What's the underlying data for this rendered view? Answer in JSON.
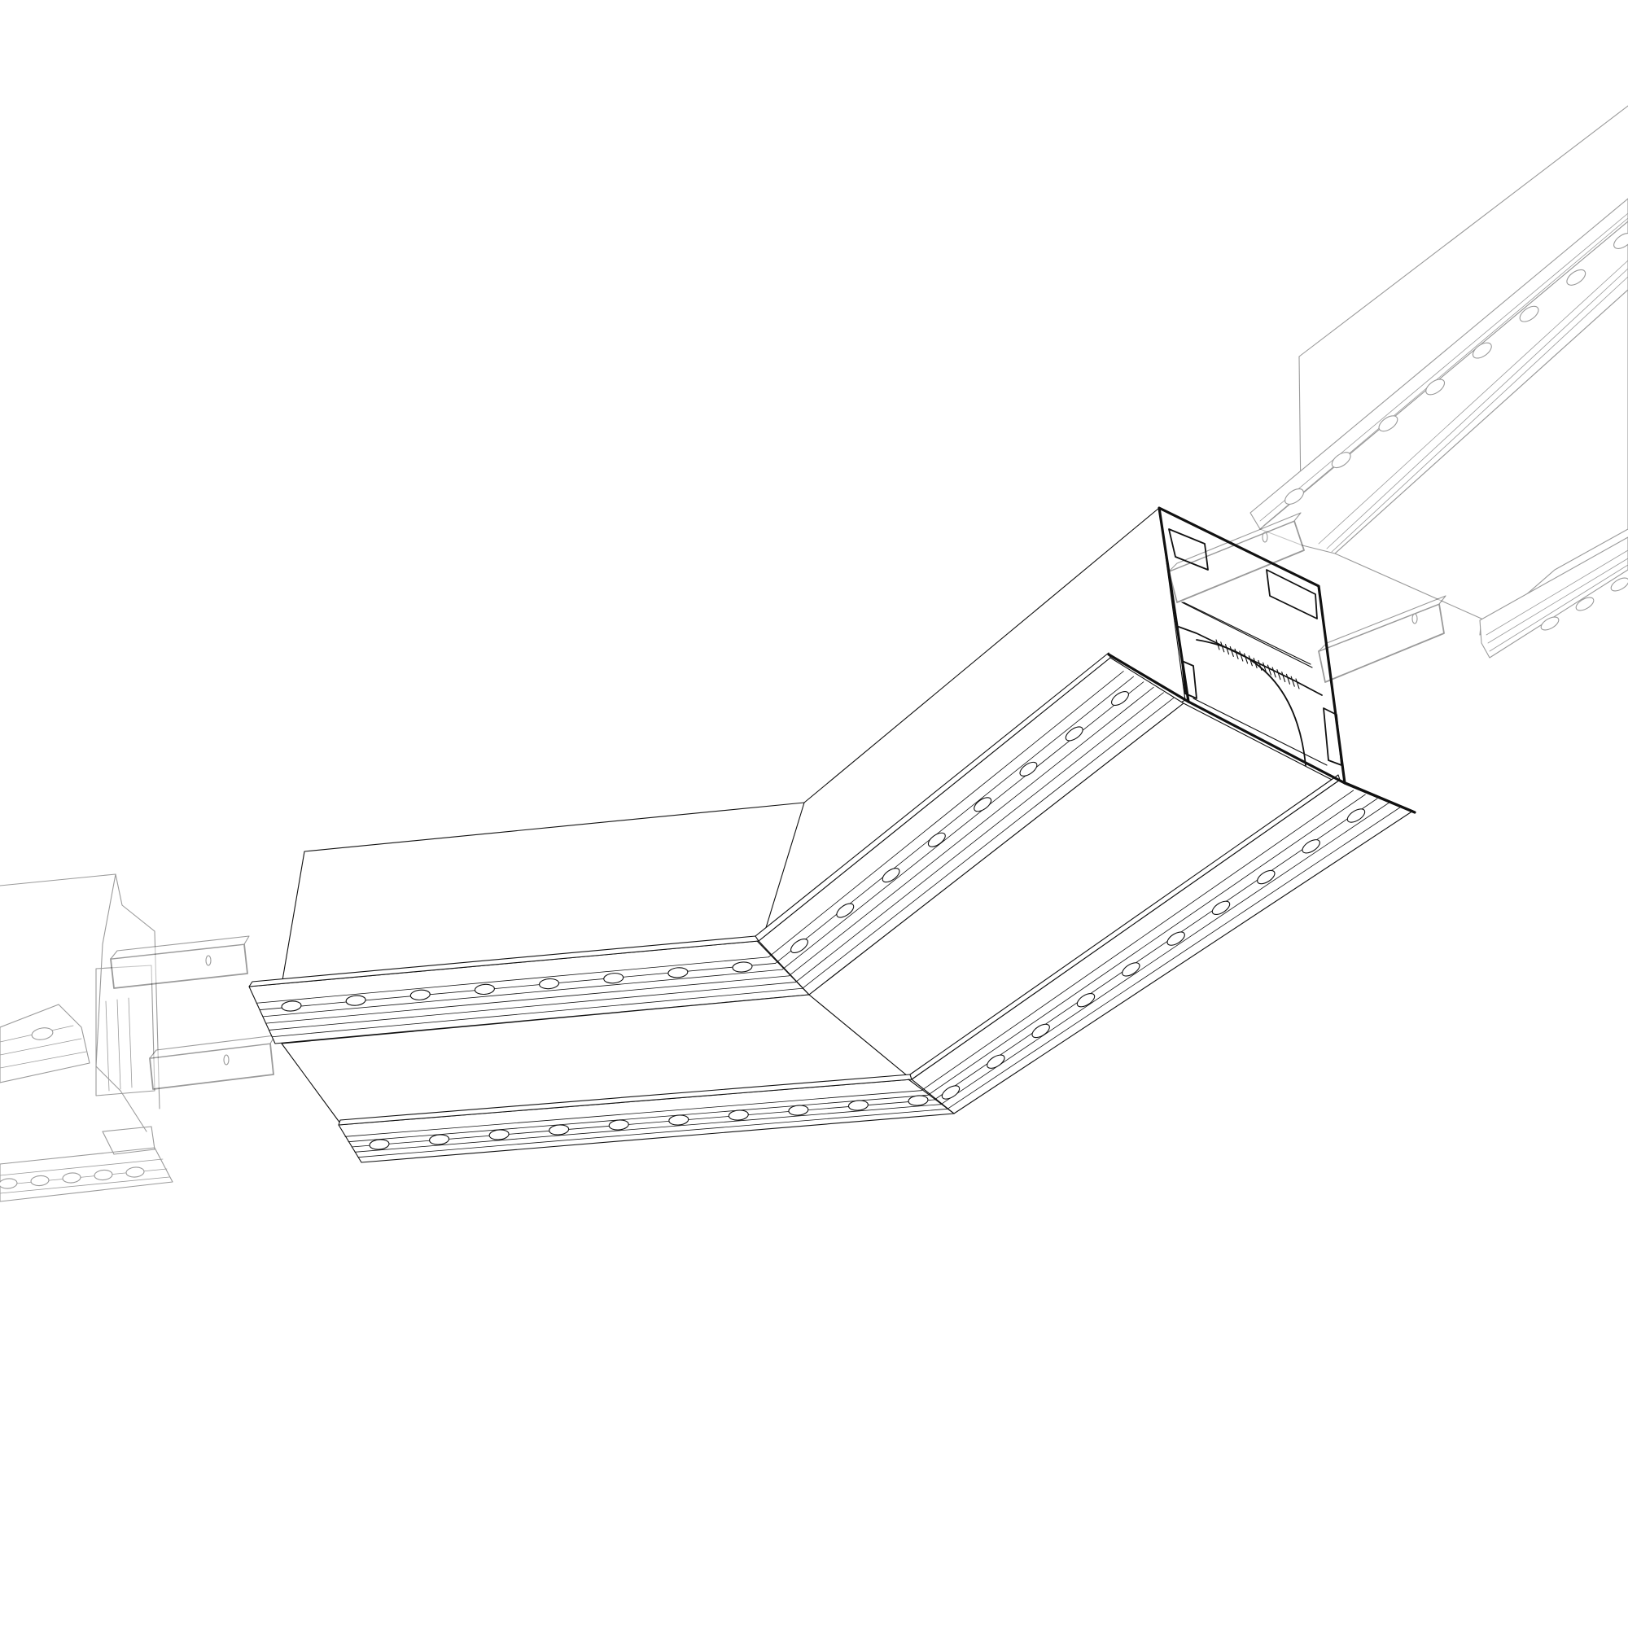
{
  "drawing": {
    "background": "#ffffff",
    "line_color": "#111111",
    "ghost_opacity": 0.42,
    "parts": {
      "angled_corner_profile": "corner-profile",
      "left_straight_profile": "ghost-profile-left",
      "right_straight_profile": "ghost-profile-right",
      "connector_plates": "connector-plate"
    }
  }
}
